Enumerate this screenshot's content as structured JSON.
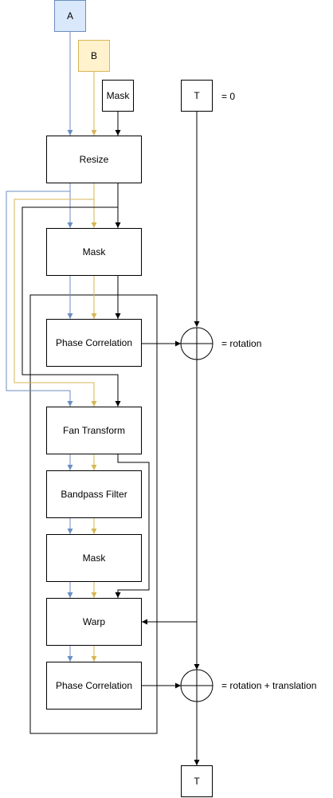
{
  "colors": {
    "a": "#6c8ebf",
    "a_fill": "#dae8fc",
    "b": "#d6b656",
    "b_fill": "#fff2cc",
    "line": "#000000"
  },
  "inputs": {
    "a": "A",
    "b": "B",
    "mask": "Mask",
    "t_in": "T",
    "t_out": "T"
  },
  "steps": {
    "resize": "Resize",
    "mask1": "Mask",
    "phase1": "Phase Correlation",
    "fan": "Fan Transform",
    "bandpass": "Bandpass Filter",
    "mask2": "Mask",
    "warp": "Warp",
    "phase2": "Phase Correlation"
  },
  "annotations": {
    "t0": "= 0",
    "rot": "= rotation",
    "rot_trans": "= rotation + translation"
  }
}
